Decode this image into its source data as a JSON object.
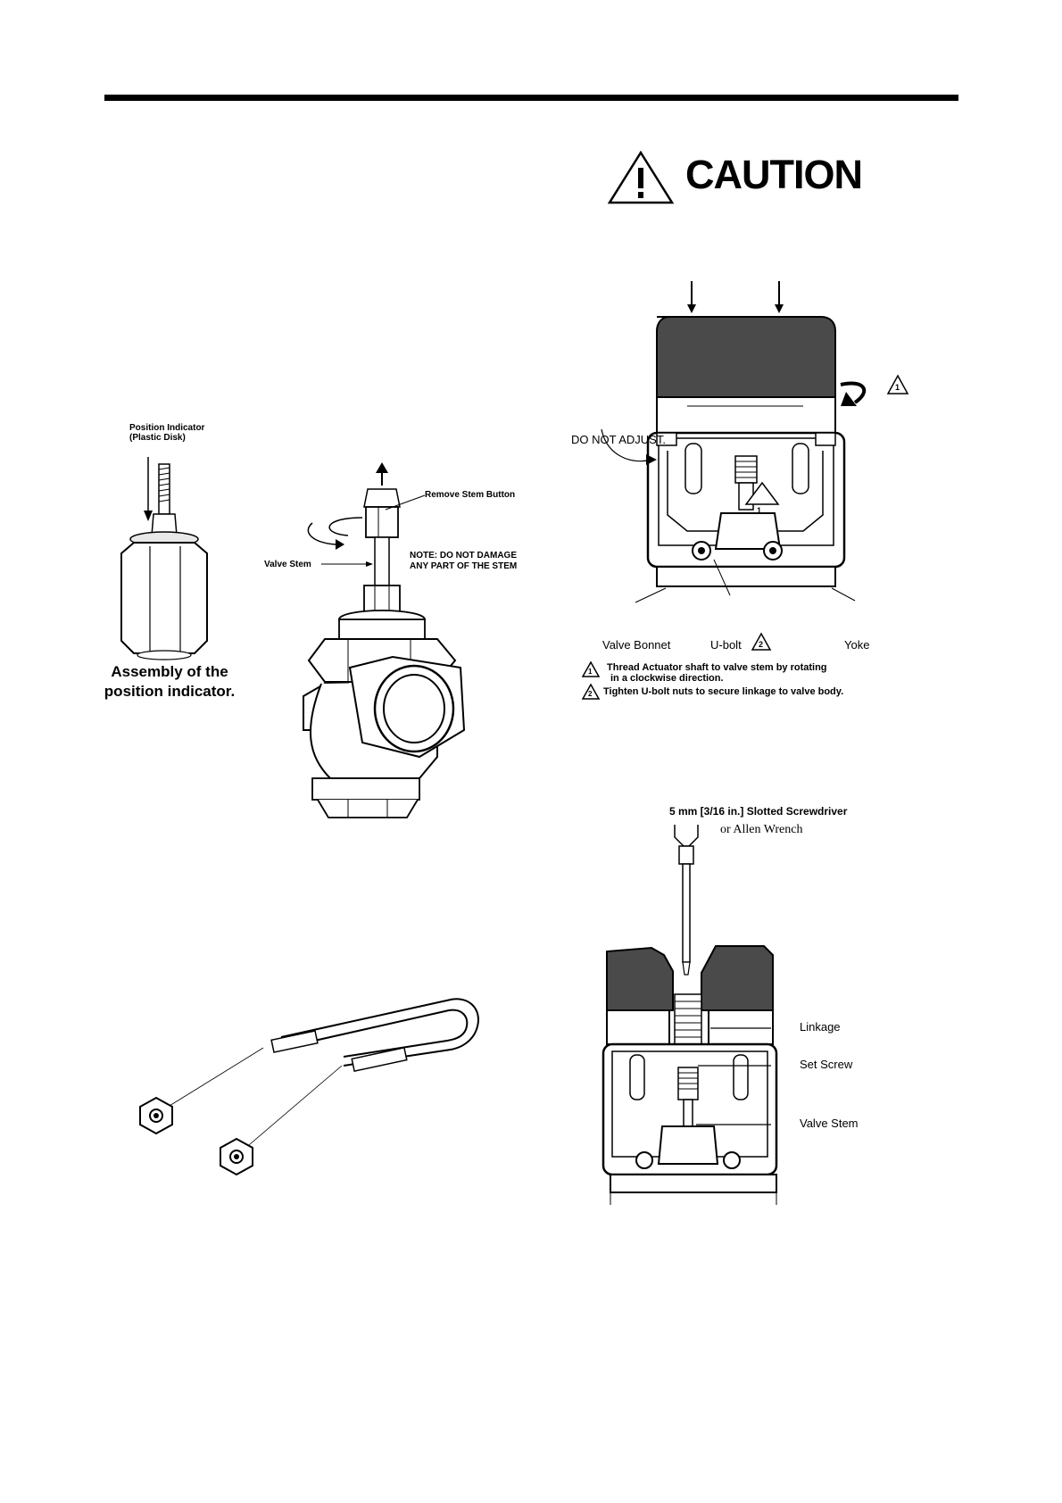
{
  "caution": {
    "title": "CAUTION",
    "symbol": "!"
  },
  "position_indicator": {
    "label_line1": "Position  Indicator",
    "label_line2": "(Plastic Disk)",
    "caption_line1": "Assembly of the",
    "caption_line2": "position indicator."
  },
  "valve": {
    "remove_stem_button": "Remove Stem  Button",
    "valve_stem": "Valve Stem",
    "note_line1": "NOTE: DO NOT DAMAGE",
    "note_line2": "ANY PART OF THE STEM"
  },
  "actuator": {
    "do_not_adjust": "DO NOT ADJUST.",
    "valve_bonnet": "Valve Bonnet",
    "u_bolt": "U-bolt",
    "yoke": "Yoke",
    "marker1": "1",
    "marker2": "2",
    "note1_line1": "Thread Actuator shaft to valve stem by rotating",
    "note1_line2": "in a clockwise direction.",
    "note2": "Tighten U-bolt nuts to secure linkage to valve body."
  },
  "screwdriver": {
    "tool_line1": "5 mm [3/16 in.] Slotted Screwdriver",
    "tool_line2": "or Allen Wrench",
    "linkage": "Linkage",
    "set_screw": "Set Screw",
    "valve_stem": "Valve Stem"
  }
}
